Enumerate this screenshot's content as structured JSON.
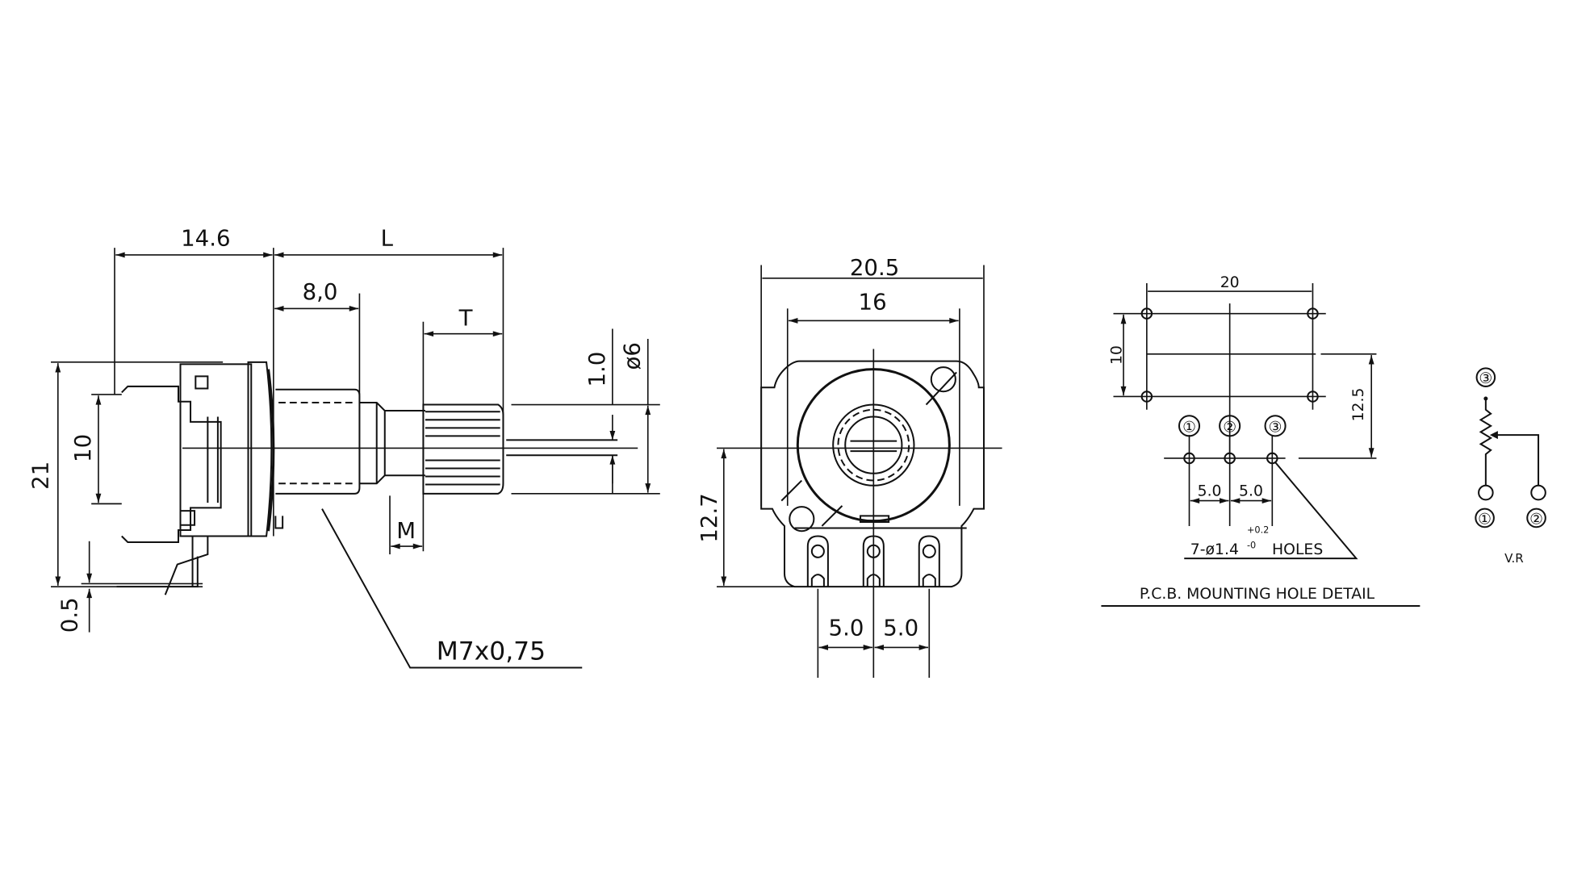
{
  "side_view": {
    "dim_body_length": "14.6",
    "dim_shaft_length": "L",
    "dim_bushing_length": "8,0",
    "dim_knurl_length": "T",
    "dim_slot_depth": "1.0",
    "dim_shaft_diameter": "ø6",
    "dim_neck": "M",
    "dim_height": "21",
    "dim_terminal_span": "10",
    "dim_standoff": "0.5",
    "thread_callout": "M7x0,75"
  },
  "front_view": {
    "dim_overall_width": "20.5",
    "dim_body_width": "16",
    "dim_shaft_height": "12.7",
    "dim_pitch_left": "5.0",
    "dim_pitch_right": "5.0"
  },
  "pcb_detail": {
    "dim_width": "20",
    "dim_height": "10",
    "dim_offset": "12.5",
    "dim_pitch_left": "5.0",
    "dim_pitch_right": "5.0",
    "pin_labels": [
      "①",
      "②",
      "③"
    ],
    "holes_note_prefix": "7-ø1.4",
    "holes_tol_plus": "+0.2",
    "holes_tol_minus": "-0",
    "holes_note_suffix": "HOLES",
    "title": "P.C.B. MOUNTING HOLE DETAIL"
  },
  "schematic": {
    "pin_top": "③",
    "pin_left": "①",
    "pin_right": "②",
    "label": "V.R"
  }
}
